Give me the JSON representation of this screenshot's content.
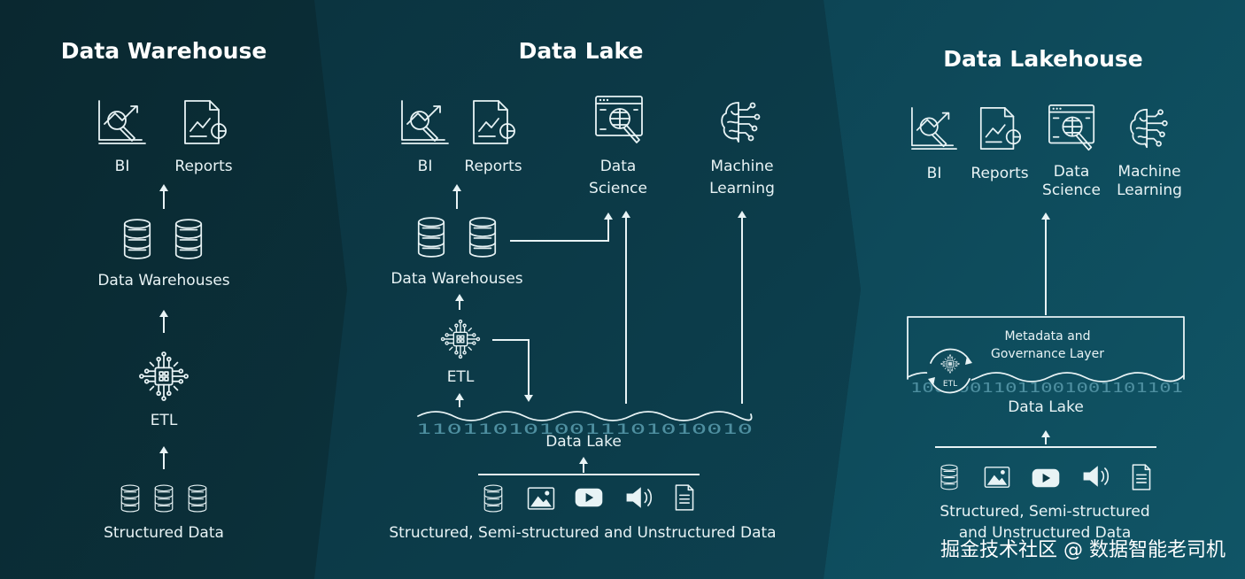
{
  "panels": {
    "warehouse": {
      "title": "Data Warehouse",
      "bi": "BI",
      "reports": "Reports",
      "data_warehouses": "Data Warehouses",
      "etl": "ETL",
      "structured_data": "Structured Data"
    },
    "lake": {
      "title": "Data Lake",
      "bi": "BI",
      "reports": "Reports",
      "data_science_1": "Data",
      "data_science_2": "Science",
      "machine_learning_1": "Machine",
      "machine_learning_2": "Learning",
      "data_warehouses": "Data Warehouses",
      "etl": "ETL",
      "data_lake": "Data Lake",
      "binary": "1101101010011101010010",
      "sources": "Structured, Semi-structured and Unstructured Data"
    },
    "lakehouse": {
      "title": "Data Lakehouse",
      "bi": "BI",
      "reports": "Reports",
      "data_science_1": "Data",
      "data_science_2": "Science",
      "machine_learning_1": "Machine",
      "machine_learning_2": "Learning",
      "metadata_1": "Metadata and",
      "metadata_2": "Governance Layer",
      "etl_badge": "ETL",
      "binary": "10010011011001001101101",
      "data_lake": "Data Lake",
      "sources_1": "Structured, Semi-structured",
      "sources_2": "and Unstructured Data"
    }
  },
  "watermark": "掘金技术社区 @ 数据智能老司机",
  "colors": {
    "panel1": "#0b2a33",
    "panel2": "#0c3946",
    "panel3": "#0f4b5b",
    "foreground": "#e8f3f5"
  }
}
